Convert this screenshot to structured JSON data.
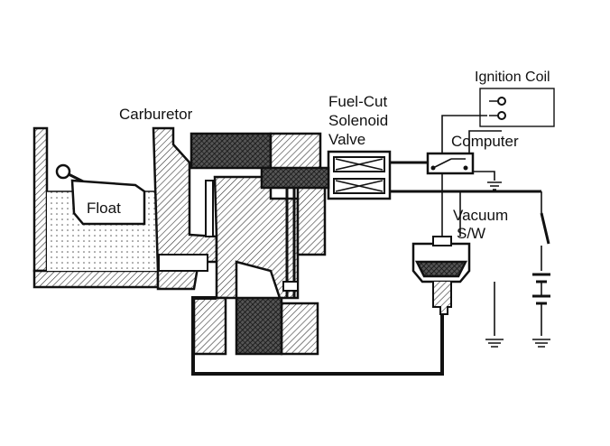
{
  "labels": {
    "carburetor": "Carburetor",
    "float": "Float",
    "fuel_cut_line1": "Fuel-Cut",
    "fuel_cut_line2": "Solenoid",
    "fuel_cut_line3": "Valve",
    "ignition_coil": "Ignition Coil",
    "computer": "Computer",
    "vacuum_line1": "Vacuum",
    "vacuum_line2": "S/W"
  }
}
